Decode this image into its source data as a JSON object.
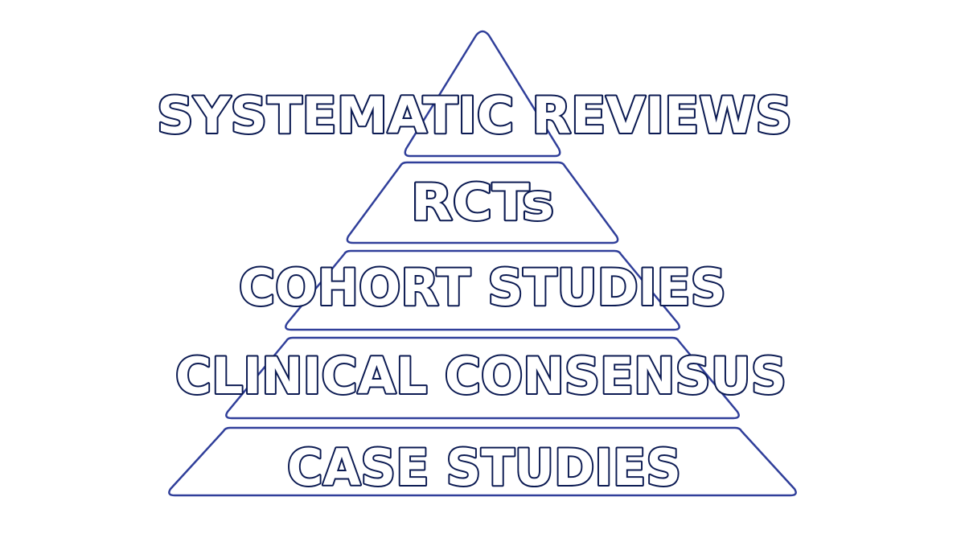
{
  "diagram": {
    "tiers": [
      {
        "label": "SYSTEMATIC REVIEWS"
      },
      {
        "label": "RCTs"
      },
      {
        "label": "COHORT STUDIES"
      },
      {
        "label": "CLINICAL CONSENSUS"
      },
      {
        "label": "CASE STUDIES"
      }
    ],
    "colors": {
      "outline": "#303f9a",
      "text_outline": "#0b1a52",
      "text_fill": "#ffffff",
      "background": "#ffffff"
    }
  }
}
